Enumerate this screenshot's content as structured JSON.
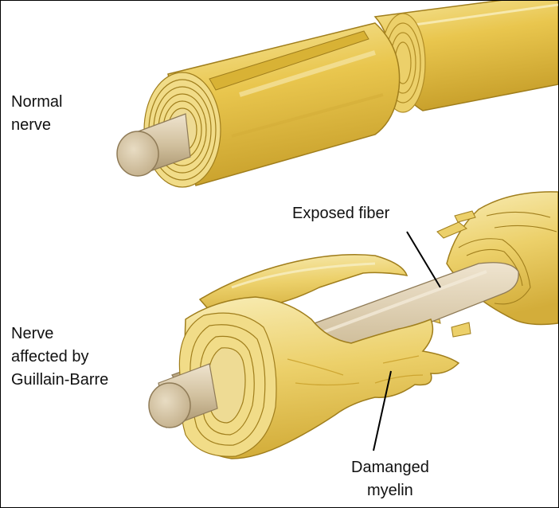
{
  "labels": {
    "normal_nerve": [
      "Normal",
      "nerve"
    ],
    "affected_nerve": [
      "Nerve",
      "affected by",
      "Guillain-Barre"
    ],
    "exposed_fiber": [
      "Exposed fiber"
    ],
    "damaged_myelin": [
      "Damanged",
      "myelin"
    ]
  },
  "colors": {
    "myelin_light": "#f3e29a",
    "myelin_mid": "#e8c44c",
    "myelin_dark": "#c9a02a",
    "myelin_edge": "#a07e1c",
    "fiber_light": "#e9dcc4",
    "fiber_mid": "#cdbb98",
    "fiber_dark": "#8f7b57"
  }
}
